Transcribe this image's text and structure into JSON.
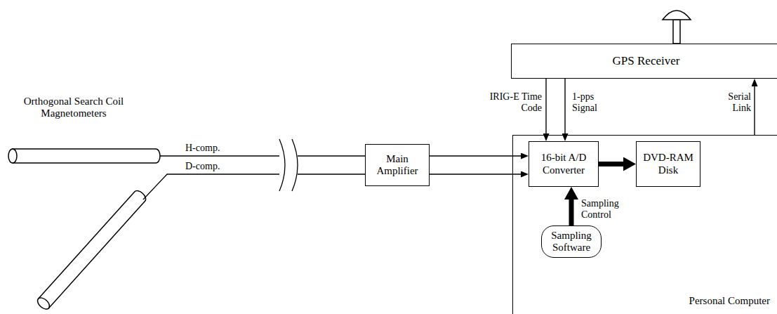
{
  "diagram": {
    "nodes": [
      {
        "text": [
          "GPS Receiver"
        ]
      },
      {
        "text": [
          "Main Amplifier"
        ]
      },
      {
        "text": [
          "Personal Computer"
        ]
      },
      {
        "text": [
          "16-bit A/D Converter"
        ],
        "in": 2
      },
      {
        "text": [
          "DVD-RAM Disk"
        ],
        "in": 2
      },
      {
        "text": [
          "Sampling Software"
        ],
        "in": 2
      }
    ],
    "edges": [
      {
        "from": 1,
        "to": 3,
        "arrow": "to"
      },
      {
        "from": 1,
        "to": 3,
        "arrow": "to"
      },
      {
        "from": 0,
        "to": 3,
        "label": "IRIG-E Time Code",
        "arrow": "to"
      },
      {
        "from": 0,
        "to": 3,
        "label": "1-pps Signal",
        "arrow": "to"
      },
      {
        "from": 2,
        "to": 0,
        "label": "Serial Link",
        "arrow": "to"
      },
      {
        "from": 3,
        "to": 4,
        "arrow": "to"
      },
      {
        "from": 5,
        "to": 3,
        "label": "Sampling Control",
        "arrow": "to"
      }
    ],
    "labels": [
      "Orthogonal Search Coil Magnetometers",
      "H-comp.",
      "D-comp."
    ]
  }
}
